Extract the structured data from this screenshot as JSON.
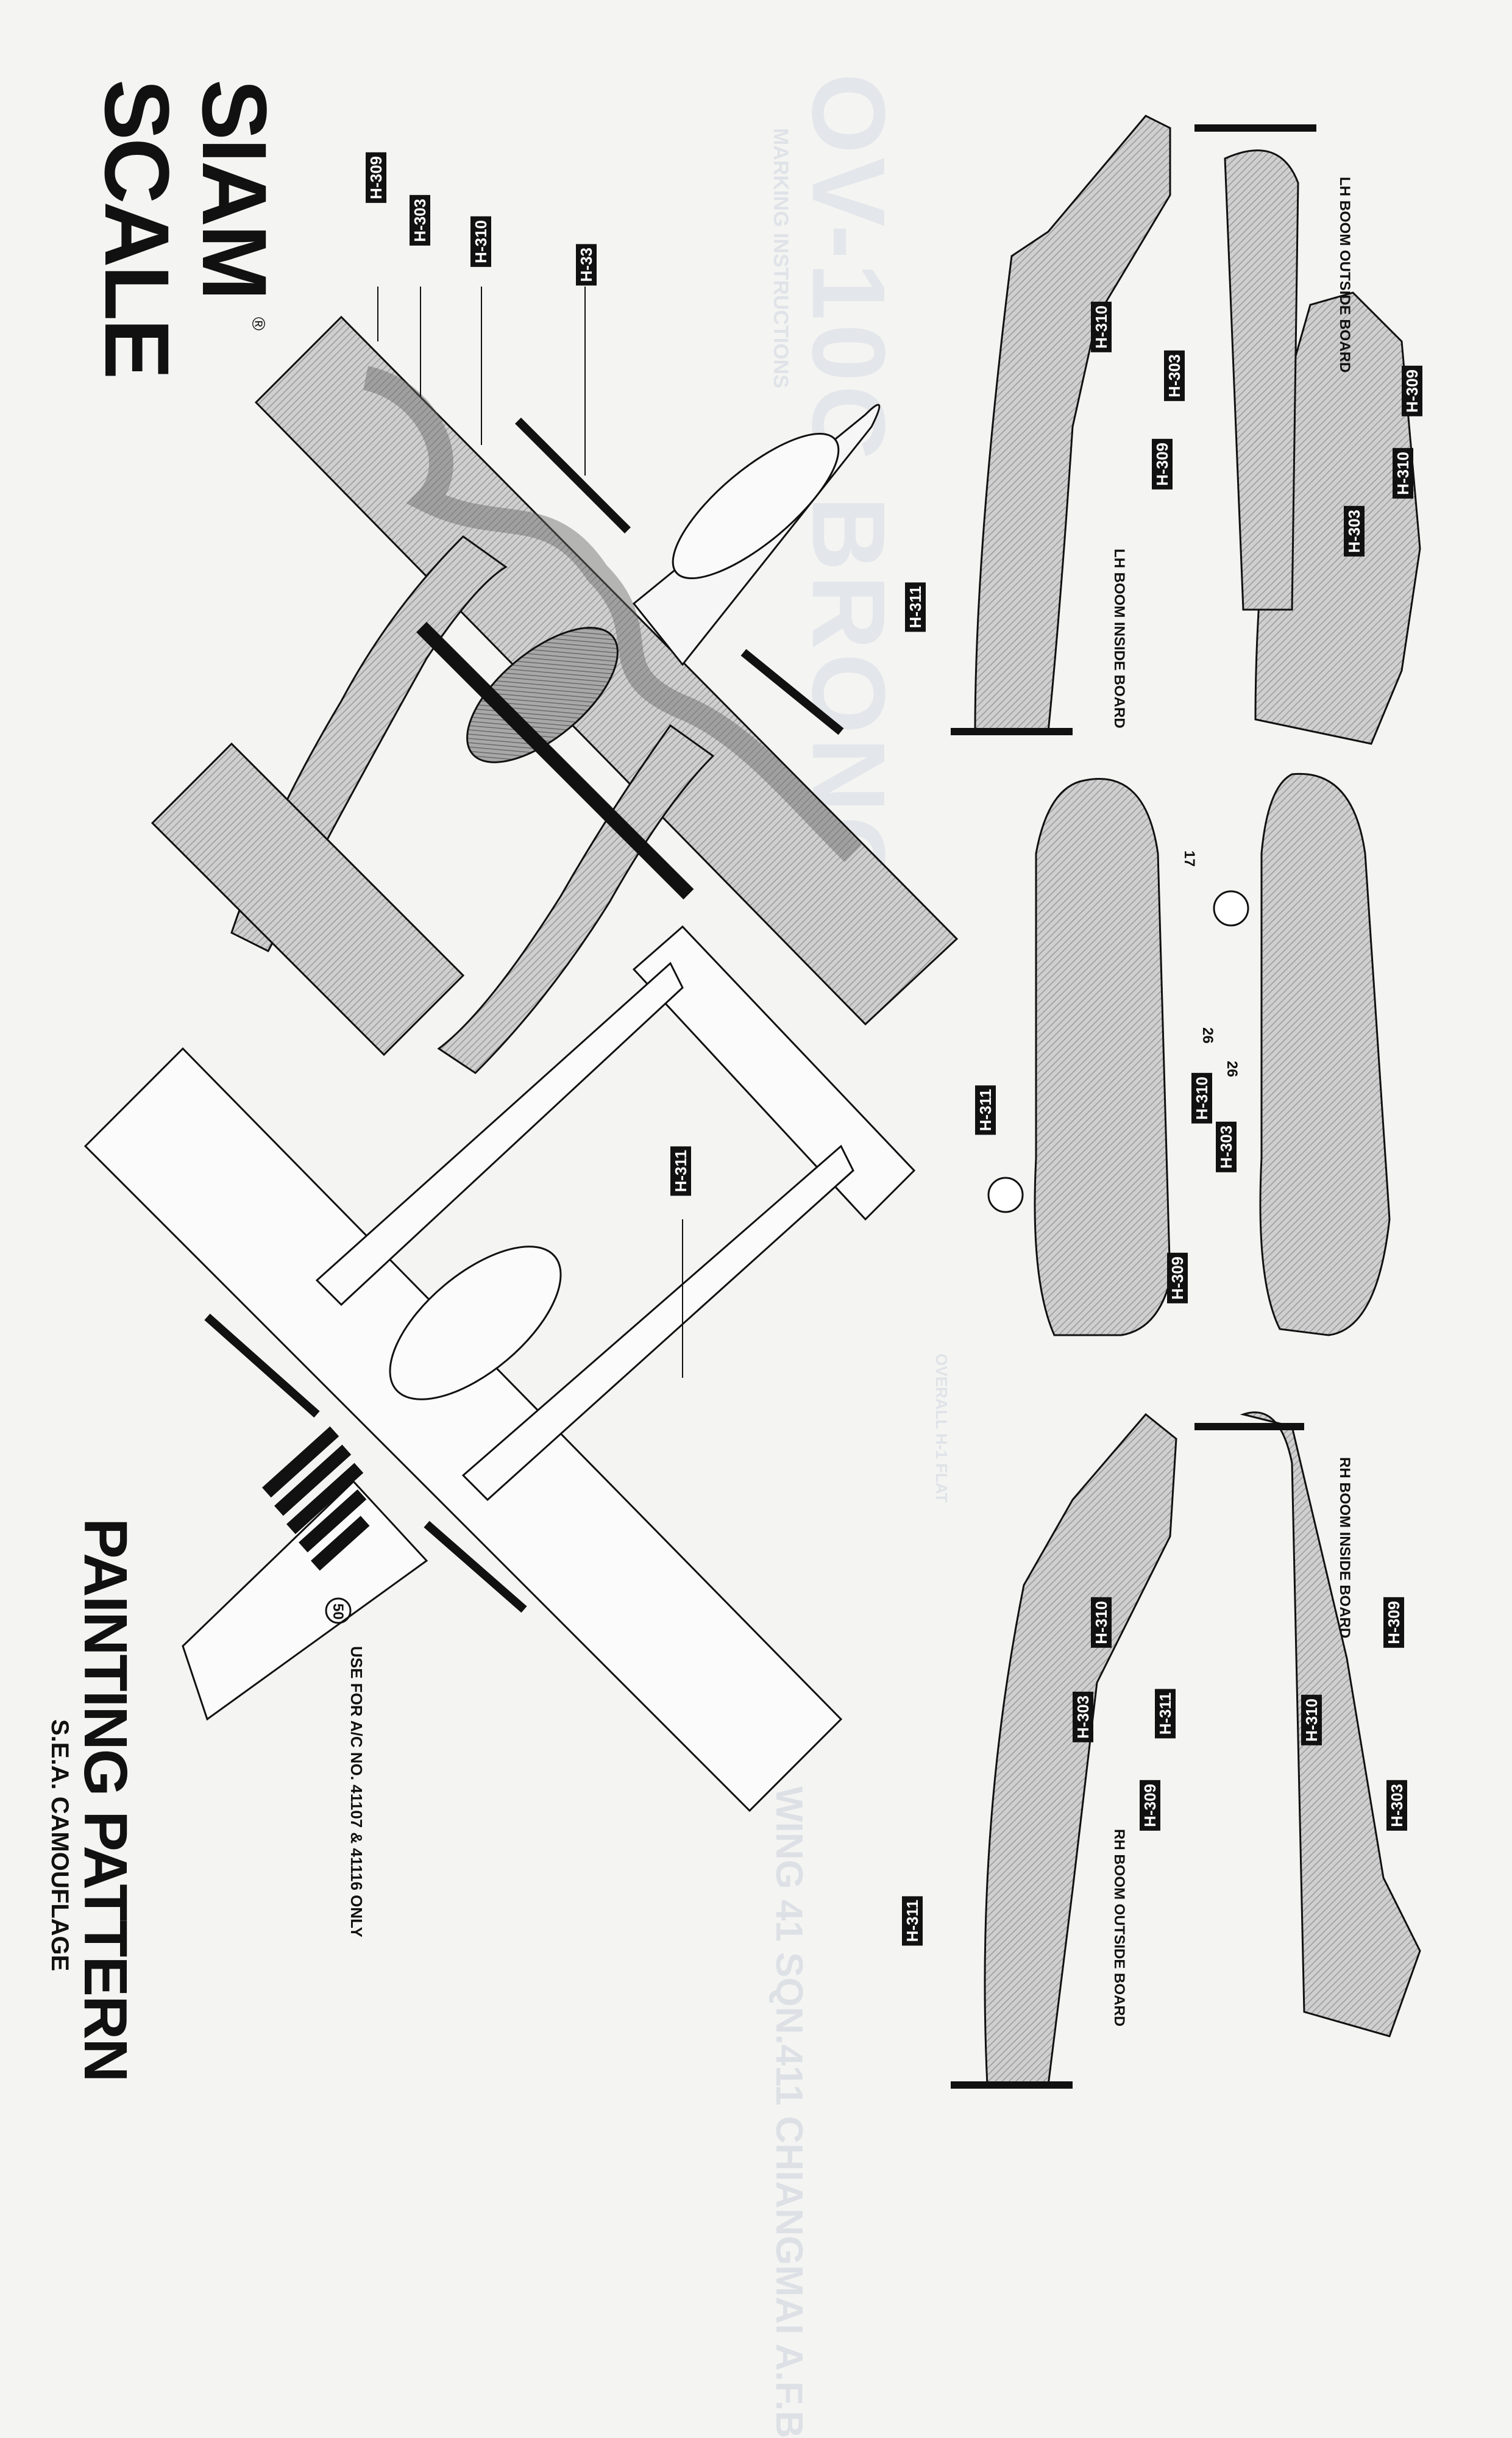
{
  "brand": {
    "line1": "SIAM",
    "line2": "SCALE",
    "registered": "®"
  },
  "ghost_title": "OV-10C BRONCO",
  "ghost_subtitle": "MARKING INSTRUCTIONS",
  "ghost_footer": "WING 41 SQN.411 CHIANGMAI A.F.B",
  "ghost_overall": "OVERALL H-1 FLAT",
  "heading": {
    "title": "PAINTING PATTERN",
    "subtitle": "S.E.A. CAMOUFLAGE"
  },
  "note": {
    "number": "50",
    "text": "USE FOR A/C NO. 41107 & 41116 ONLY"
  },
  "views": {
    "lh_outside": "LH BOOM  OUTSIDE BOARD",
    "lh_inside": "LH BOOM  INSIDE BOARD",
    "rh_inside": "RH BOOM  INSIDE BOARD",
    "rh_outside": "RH BOOM  OUTSIDE BOARD"
  },
  "callouts": {
    "top_h309": "H-309",
    "top_h303": "H-303",
    "top_h310": "H-310",
    "top_h33": "H-33",
    "bottom_h311": "H-311",
    "lhi_h310": "H-310",
    "lhi_h303": "H-303",
    "lhi_h309": "H-309",
    "lhi_h311": "H-311",
    "lho_h309": "H-309",
    "lho_h310": "H-310",
    "lho_h303": "H-303",
    "fus_h310": "H-310",
    "fus_h303": "H-303",
    "fus_h311": "H-311",
    "fus_h309": "H-309",
    "fus_17": "17",
    "fus_26a": "26",
    "fus_26b": "26",
    "rhi_h309": "H-309",
    "rhi_h310": "H-310",
    "rhi_h303": "H-303",
    "rhi_h311": "H-311",
    "rho_h310": "H-310",
    "rho_h303": "H-303",
    "rho_h309": "H-309",
    "rho_h311": "H-311"
  },
  "colors": {
    "paper": "#f4f4f2",
    "ink": "#111111",
    "camo_dark": "#8a8a8a",
    "camo_light": "#c4c4c4",
    "ghost": "#d6dbe2"
  }
}
